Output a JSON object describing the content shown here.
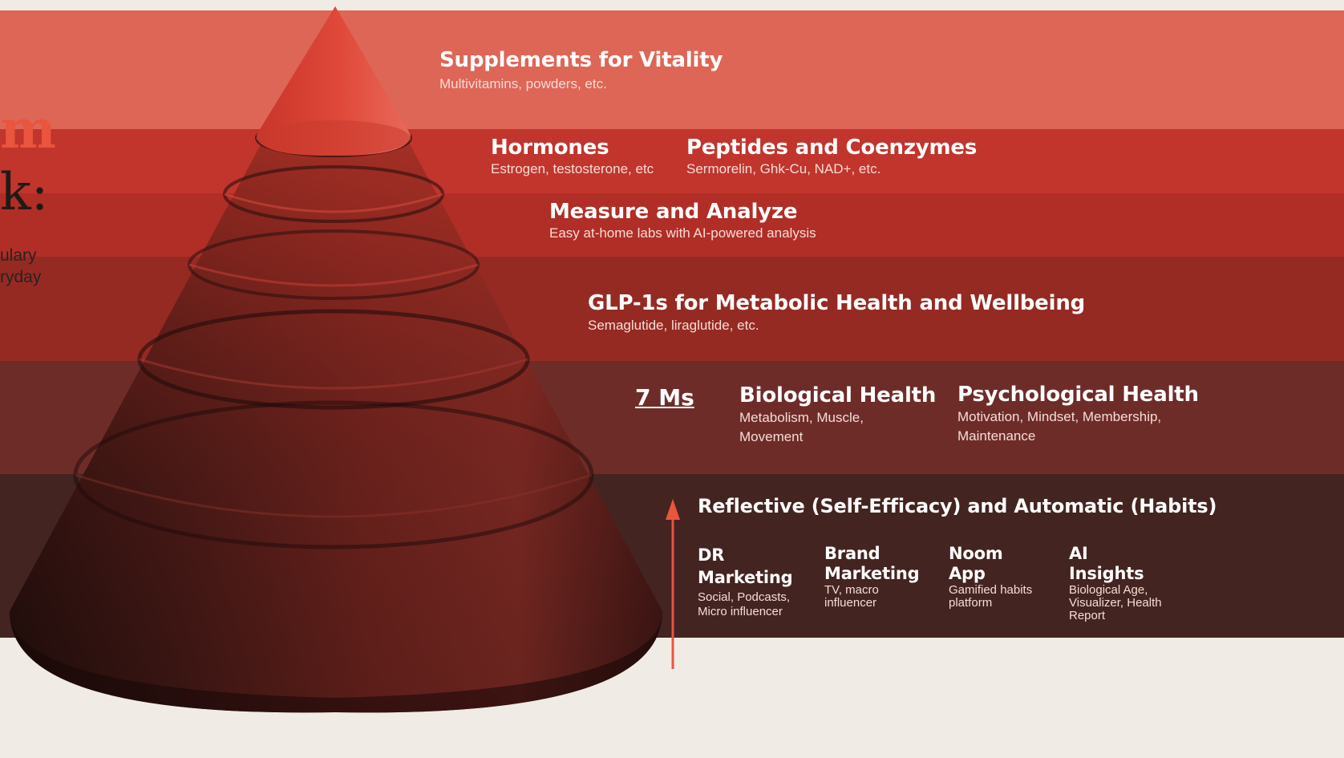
{
  "left_text": {
    "line1": "m",
    "line2": "k:",
    "line3": "ulary",
    "line4": "ryday"
  },
  "colors": {
    "background": "#f0ece5",
    "accent": "#e9553d",
    "band1": "#de6656",
    "band2": "#c1352d",
    "band3": "#b02e26",
    "band4": "#952a23",
    "band5": "#6e2c28",
    "band6": "#432420",
    "arrow": "#e9553d"
  },
  "layers": {
    "supplements": {
      "title": "Supplements for Vitality",
      "subtitle": "Multivitamins, powders, etc."
    },
    "hormones": {
      "title": "Hormones",
      "subtitle": "Estrogen, testosterone, etc"
    },
    "peptides": {
      "title": "Peptides and Coenzymes",
      "subtitle": "Sermorelin, Ghk-Cu, NAD+, etc."
    },
    "measure": {
      "title": "Measure and Analyze",
      "subtitle": "Easy at-home labs with AI-powered analysis"
    },
    "glp1": {
      "title": "GLP-1s for Metabolic Health and Wellbeing",
      "subtitle": "Semaglutide, liraglutide, etc."
    },
    "seven_ms": {
      "link": "7 Ms",
      "biological": {
        "title": "Biological Health",
        "line1": "Metabolism, Muscle,",
        "line2": "Movement"
      },
      "psychological": {
        "title": "Psychological Health",
        "line1": "Motivation, Mindset, Membership,",
        "line2": "Maintenance"
      }
    },
    "foundation": {
      "title": "Reflective (Self-Efficacy) and Automatic (Habits)",
      "columns": [
        {
          "title_line1": "DR",
          "title_line2": "Marketing",
          "sub_line1": "Social, Podcasts,",
          "sub_line2": "Micro influencer",
          "sub_line3": ""
        },
        {
          "title_line1": "Brand",
          "title_line2": "Marketing",
          "sub_line1": "TV, macro",
          "sub_line2": "influencer",
          "sub_line3": ""
        },
        {
          "title_line1": "Noom",
          "title_line2": "App",
          "sub_line1": "Gamified habits",
          "sub_line2": "platform",
          "sub_line3": ""
        },
        {
          "title_line1": "AI",
          "title_line2": "Insights",
          "sub_line1": "Biological Age,",
          "sub_line2": "Visualizer, Health",
          "sub_line3": "Report"
        }
      ]
    }
  }
}
